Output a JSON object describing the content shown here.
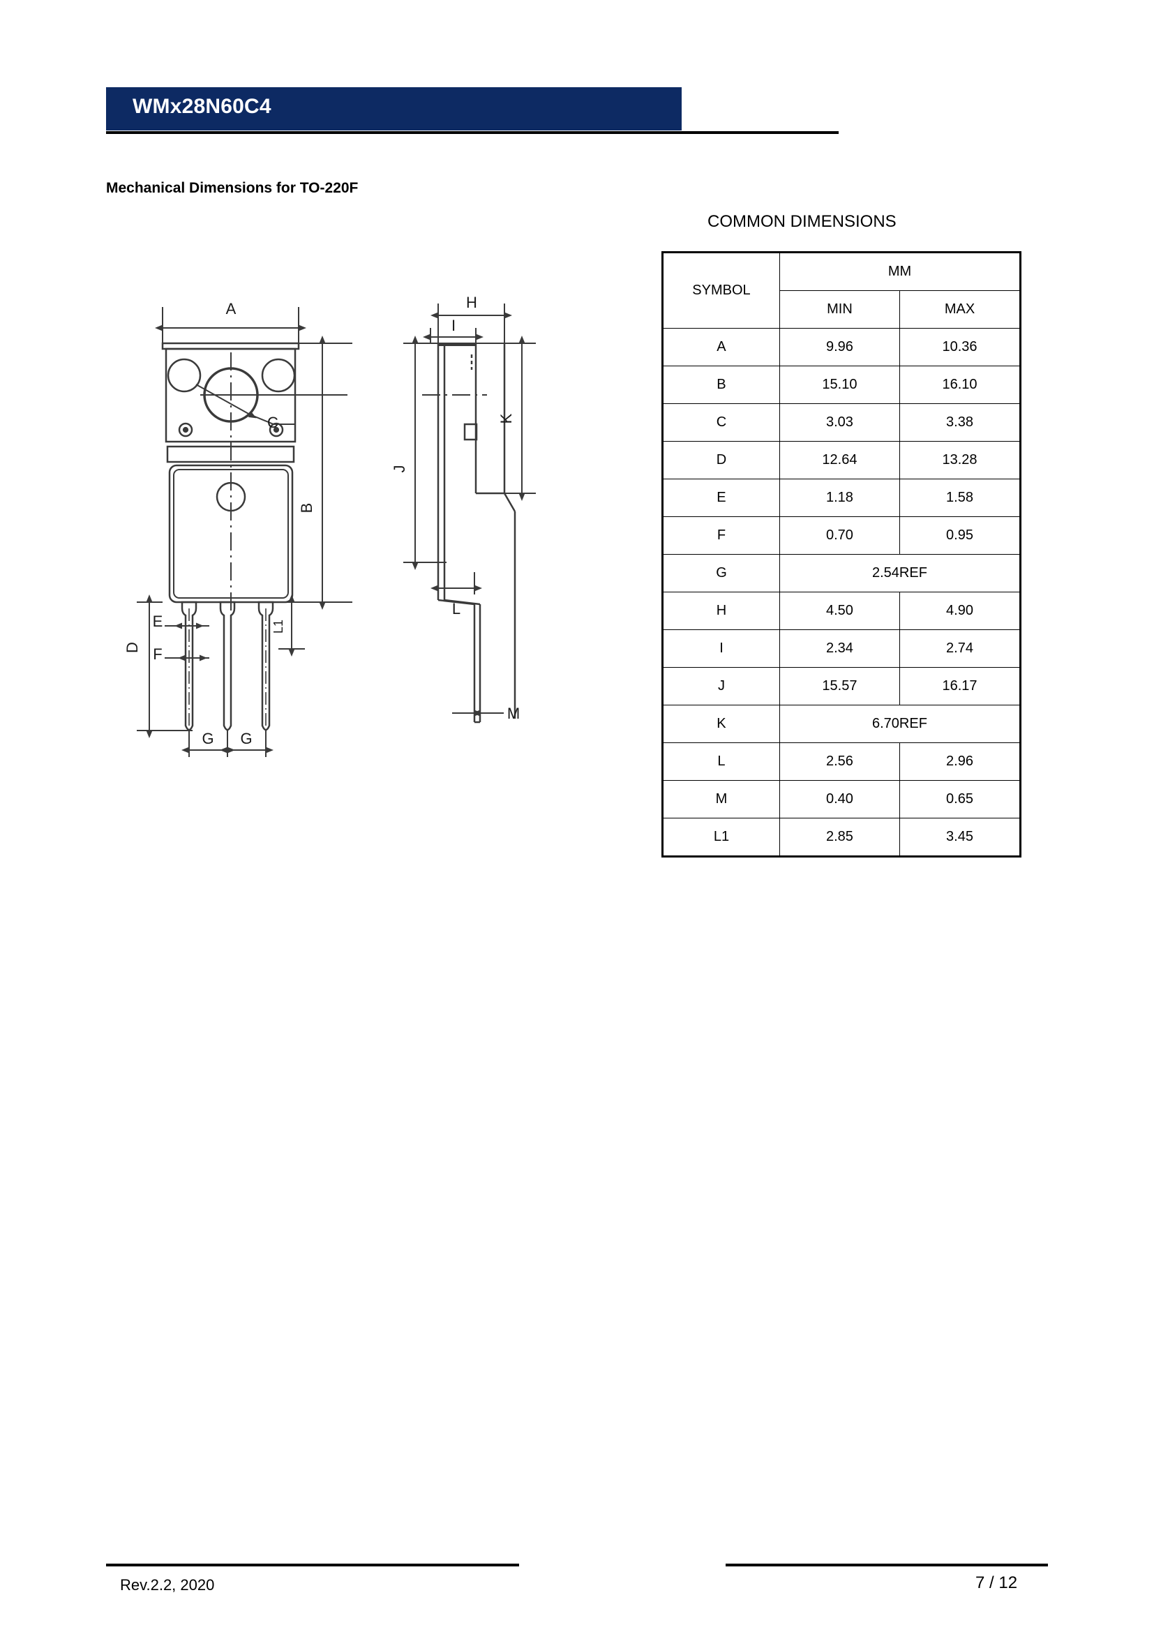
{
  "header": {
    "part_number": "WMx28N60C4"
  },
  "section": {
    "heading": "Mechanical Dimensions for TO-220F"
  },
  "table": {
    "title": "COMMON DIMENSIONS",
    "headers": {
      "symbol": "SYMBOL",
      "unit": "MM",
      "min": "MIN",
      "max": "MAX"
    },
    "rows": [
      {
        "symbol": "A",
        "min": "9.96",
        "max": "10.36",
        "span": false
      },
      {
        "symbol": "B",
        "min": "15.10",
        "max": "16.10",
        "span": false
      },
      {
        "symbol": "C",
        "min": "3.03",
        "max": "3.38",
        "span": false
      },
      {
        "symbol": "D",
        "min": "12.64",
        "max": "13.28",
        "span": false
      },
      {
        "symbol": "E",
        "min": "1.18",
        "max": "1.58",
        "span": false
      },
      {
        "symbol": "F",
        "min": "0.70",
        "max": "0.95",
        "span": false
      },
      {
        "symbol": "G",
        "value": "2.54REF",
        "span": true
      },
      {
        "symbol": "H",
        "min": "4.50",
        "max": "4.90",
        "span": false
      },
      {
        "symbol": "I",
        "min": "2.34",
        "max": "2.74",
        "span": false
      },
      {
        "symbol": "J",
        "min": "15.57",
        "max": "16.17",
        "span": false
      },
      {
        "symbol": "K",
        "value": "6.70REF",
        "span": true
      },
      {
        "symbol": "L",
        "min": "2.56",
        "max": "2.96",
        "span": false
      },
      {
        "symbol": "M",
        "min": "0.40",
        "max": "0.65",
        "span": false
      },
      {
        "symbol": "L1",
        "min": "2.85",
        "max": "3.45",
        "span": false
      }
    ]
  },
  "drawing": {
    "front_view_labels": {
      "A": "A",
      "B": "B",
      "C": "C",
      "D": "D",
      "E": "E",
      "F": "F",
      "G1": "G",
      "G2": "G",
      "L1": "L1"
    },
    "side_view_labels": {
      "H": "H",
      "I": "I",
      "J": "J",
      "K": "K",
      "L": "L",
      "M": "M"
    }
  },
  "footer": {
    "revision": "Rev.2.2, 2020",
    "page": "7 / 12"
  },
  "colors": {
    "header_band": "#0d2a63",
    "header_text": "#ffffff",
    "line": "#000000",
    "drawing_line": "#3a3a3a"
  }
}
